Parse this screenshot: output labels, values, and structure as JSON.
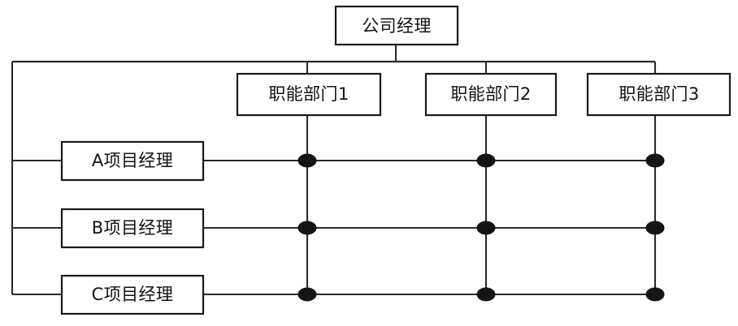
{
  "diagram": {
    "type": "matrix-organization-chart",
    "title": "",
    "top_node": {
      "id": "company-manager",
      "label": "公司经理"
    },
    "functional_departments": [
      {
        "id": "functional-department-1",
        "label": "职能部门1"
      },
      {
        "id": "functional-department-2",
        "label": "职能部门2"
      },
      {
        "id": "functional-department-3",
        "label": "职能部门3"
      }
    ],
    "project_managers": [
      {
        "id": "project-manager-a",
        "label": "A项目经理"
      },
      {
        "id": "project-manager-b",
        "label": "B项目经理"
      },
      {
        "id": "project-manager-c",
        "label": "C项目经理"
      }
    ],
    "intersections": [
      {
        "row": "A项目经理",
        "column": "职能部门1"
      },
      {
        "row": "A项目经理",
        "column": "职能部门2"
      },
      {
        "row": "A项目经理",
        "column": "职能部门3"
      },
      {
        "row": "B项目经理",
        "column": "职能部门1"
      },
      {
        "row": "B项目经理",
        "column": "职能部门2"
      },
      {
        "row": "B项目经理",
        "column": "职能部门3"
      },
      {
        "row": "C项目经理",
        "column": "职能部门1"
      },
      {
        "row": "C项目经理",
        "column": "职能部门2"
      },
      {
        "row": "C项目经理",
        "column": "职能部门3"
      }
    ],
    "colors": {
      "background": "#ffffff",
      "line": "#2b2b2b",
      "box_stroke": "#1a1a1a",
      "box_fill": "#ffffff",
      "text": "#111111",
      "node": "#151515"
    }
  }
}
